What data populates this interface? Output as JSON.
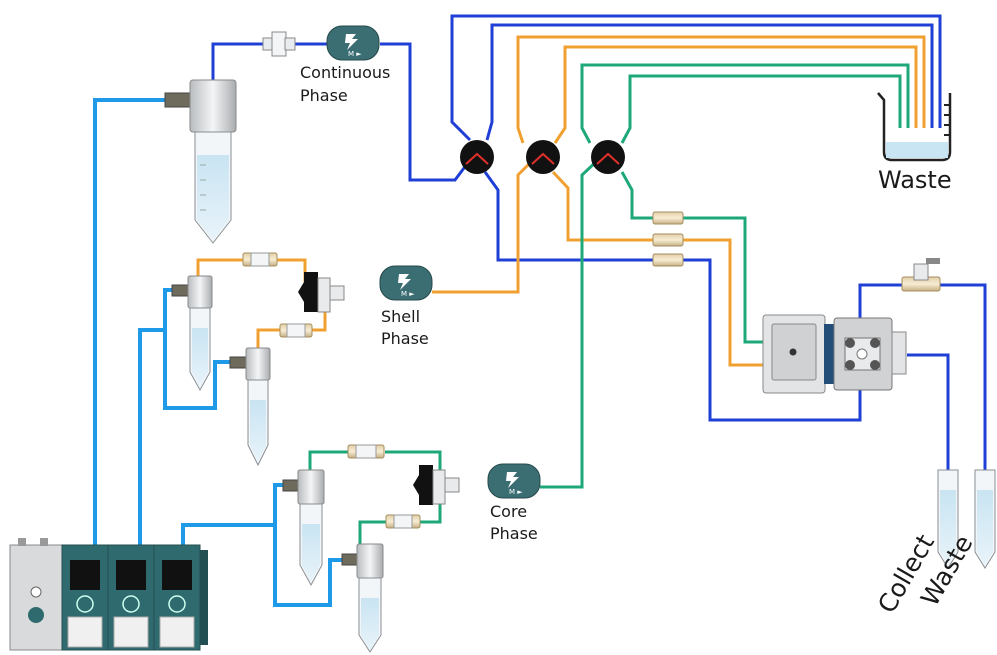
{
  "labels": {
    "continuous_phase": [
      "Continuous",
      "Phase"
    ],
    "shell_phase": [
      "Shell",
      "Phase"
    ],
    "core_phase": [
      "Core",
      "Phase"
    ],
    "waste_beaker": "Waste",
    "collect_tube": "Collect",
    "waste_tube": "Waste"
  },
  "colors": {
    "continuous_tubing": "#1f3fd6",
    "shell_tubing": "#f0a030",
    "core_tubing": "#1ea878",
    "pressure_tubing": "#1e9ae8",
    "flow_sensor": "#3a6e72",
    "valve": "#111111",
    "valve_mark": "#e0302a"
  },
  "icons": {
    "flow_sensor": "flow-sensor-icon",
    "valve": "rotary-valve-icon",
    "controller": "pressure-controller-icon",
    "chip": "microfluidic-chip-icon"
  }
}
